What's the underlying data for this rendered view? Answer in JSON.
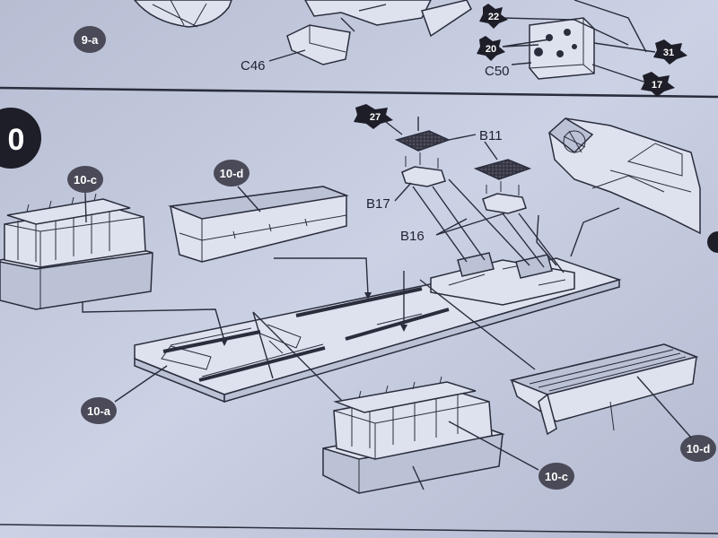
{
  "step": {
    "number": "0"
  },
  "badges": {
    "b9a": "9-a",
    "b10c_top": "10-c",
    "b10d_top": "10-d",
    "b10a": "10-a",
    "b10c_bottom": "10-c",
    "b10d_bottom": "10-d"
  },
  "stars": {
    "s22": "22",
    "s20": "20",
    "s31": "31",
    "s17": "17",
    "s27": "27"
  },
  "part_labels": {
    "c46": "C46",
    "c50": "C50",
    "b11": "B11",
    "b17": "B17",
    "b16": "B16"
  },
  "colors": {
    "paper": "#c9cfe2",
    "ink": "#2a2d3c",
    "badge_fill": "#4a4a58",
    "decal_fill": "#5a5a66"
  }
}
